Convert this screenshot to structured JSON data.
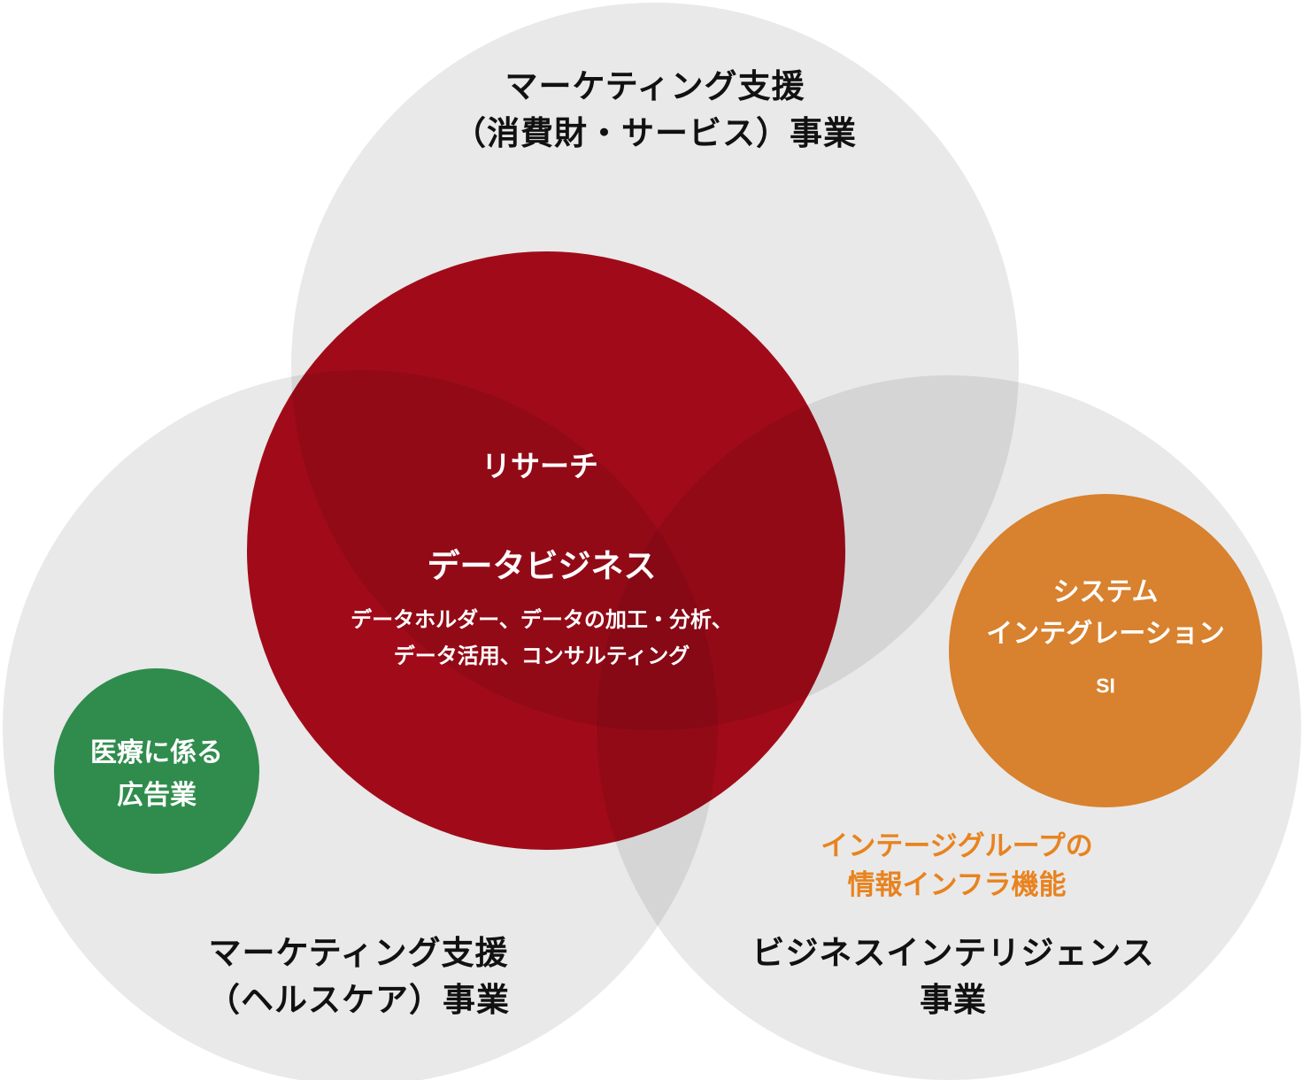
{
  "colors": {
    "background": "#ffffff",
    "gray_circle": "#e9e9e9",
    "red_circle": "#b00b1b",
    "green_circle": "#2f8c4d",
    "orange_circle": "#d8812e",
    "orange_caption_text": "#e8831f",
    "black_label_text": "#111111",
    "circle_inner_text": "#ffffff"
  },
  "venn": {
    "top_business": {
      "line1": "マーケティング支援",
      "line2": "（消費財・サービス）事業"
    },
    "healthcare_business": {
      "line1": "マーケティング支援",
      "line2": "（ヘルスケア）事業"
    },
    "bi_business": {
      "line1": "ビジネスインテリジェンス",
      "line2": "事業"
    },
    "core": {
      "research": "リサーチ",
      "data_business": "データビジネス",
      "desc1": "データホルダー、データの加工・分析、",
      "desc2": "データ活用、コンサルティング"
    },
    "medical_ads": {
      "line1": "医療に係る",
      "line2": "広告業"
    },
    "si": {
      "line1": "システム",
      "line2": "インテグレーション",
      "line3": "SI"
    },
    "infra_caption": {
      "line1": "インテージグループの",
      "line2": "情報インフラ機能"
    }
  }
}
